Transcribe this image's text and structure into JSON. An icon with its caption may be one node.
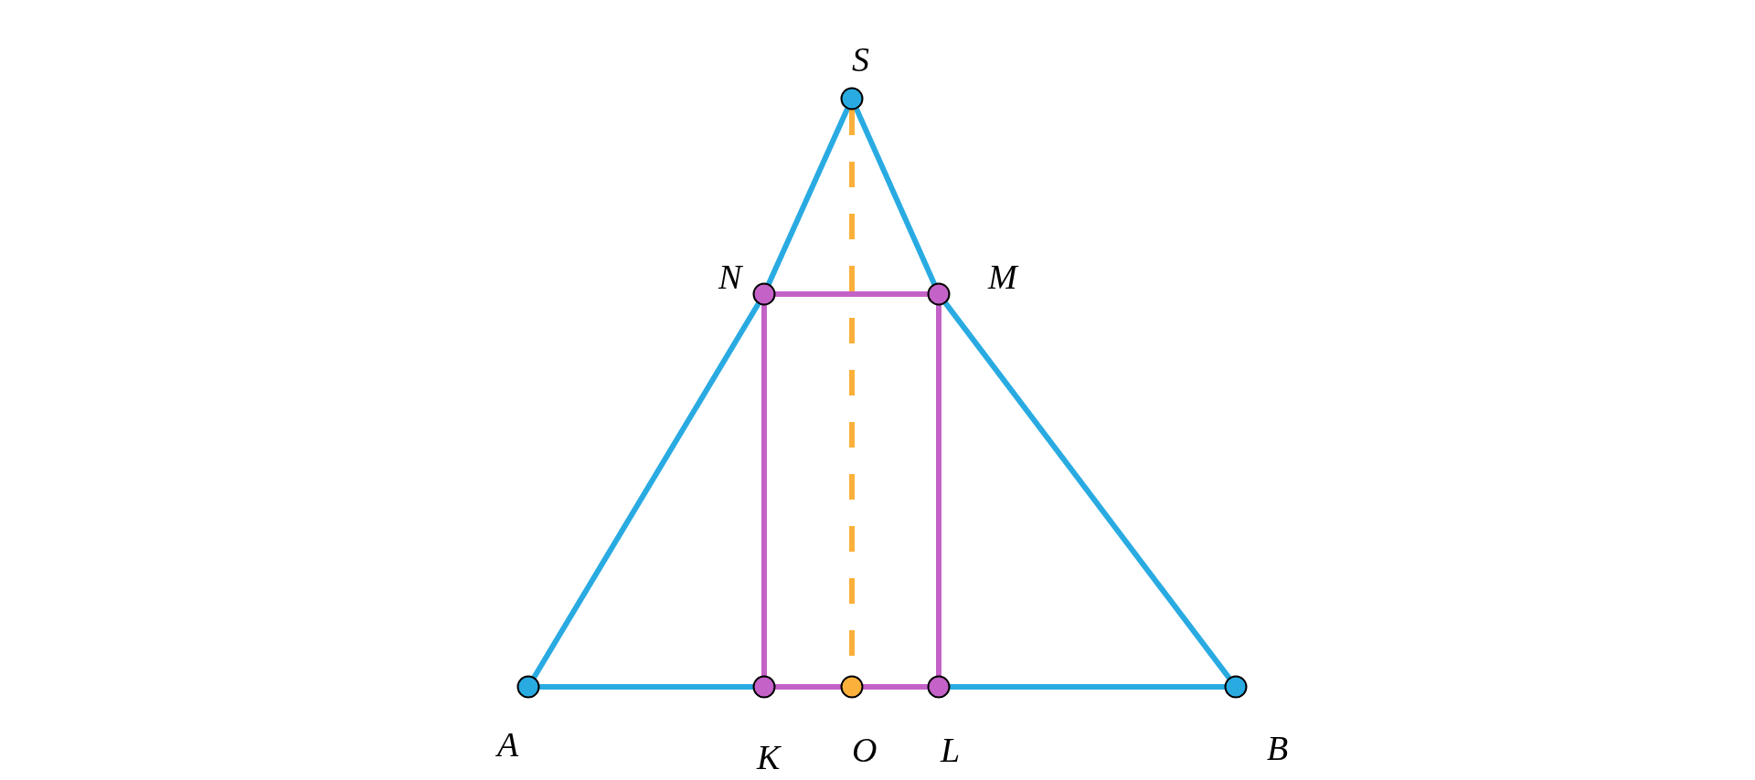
{
  "diagram": {
    "nodes": [
      {
        "text": [],
        "shape": "circle",
        "beside": [
          "S"
        ]
      },
      {
        "text": [],
        "shape": "circle",
        "beside": [
          "N"
        ]
      },
      {
        "text": [],
        "shape": "circle",
        "beside": [
          "M"
        ]
      },
      {
        "text": [],
        "shape": "circle",
        "beside": [
          "A"
        ]
      },
      {
        "text": [],
        "shape": "circle",
        "beside": [
          "K"
        ]
      },
      {
        "text": [],
        "shape": "circle",
        "beside": [
          "O"
        ]
      },
      {
        "text": [],
        "shape": "circle",
        "beside": [
          "L"
        ]
      },
      {
        "text": [],
        "shape": "circle",
        "beside": [
          "B"
        ]
      }
    ],
    "edges": [
      {
        "from": 0,
        "to": 1,
        "arrow": "none"
      },
      {
        "from": 1,
        "to": 3,
        "arrow": "none"
      },
      {
        "from": 0,
        "to": 2,
        "arrow": "none"
      },
      {
        "from": 2,
        "to": 7,
        "arrow": "none"
      },
      {
        "from": 3,
        "to": 4,
        "arrow": "none"
      },
      {
        "from": 6,
        "to": 7,
        "arrow": "none"
      },
      {
        "from": 1,
        "to": 2,
        "arrow": "none",
        "color": "#c462c8"
      },
      {
        "from": 1,
        "to": 4,
        "arrow": "none",
        "color": "#c462c8"
      },
      {
        "from": 2,
        "to": 6,
        "arrow": "none",
        "color": "#c462c8"
      },
      {
        "from": 4,
        "to": 5,
        "arrow": "none",
        "color": "#c462c8"
      },
      {
        "from": 5,
        "to": 6,
        "arrow": "none",
        "color": "#c462c8"
      },
      {
        "from": 0,
        "to": 5,
        "arrow": "none",
        "style": "dashed",
        "color": "#fbb03b"
      }
    ]
  }
}
